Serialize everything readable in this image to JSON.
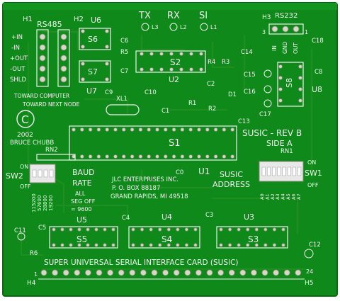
{
  "board": {
    "title": "SUPER UNIVERSAL SERIAL INTERFACE CARD (SUSIC)",
    "revision": "SUSIC - REV B",
    "side": "SIDE A",
    "copyright_symbol": "C",
    "copyright_year": "2002",
    "author": "BRUCE CHUBB",
    "company_line1": "JLC ENTERPRISES INC.",
    "company_line2": "P. O. BOX 88187",
    "company_line3": "GRAND RAPIDS, MI 49518",
    "toward_computer": "TOWARD COMPUTER",
    "toward_next_node": "TOWARD NEXT NODE",
    "susic_address_1": "SUSIC",
    "susic_address_2": "ADDRESS",
    "baud_1": "BAUD",
    "baud_2": "RATE",
    "all_seg_1": "ALL",
    "all_seg_2": "SEG OFF",
    "all_seg_3": "= 9600"
  },
  "indicators": {
    "tx": "TX",
    "rx": "RX",
    "si": "SI"
  },
  "labels": {
    "H1": "H1",
    "H2": "H2",
    "H3": "H3",
    "H4": "H4",
    "H5": "H5",
    "RS485": "RS485",
    "RS232": "RS232",
    "U1": "U1",
    "U2": "U2",
    "U3": "U3",
    "U4": "U4",
    "U5": "U5",
    "U6": "U6",
    "U7": "U7",
    "U8": "U8",
    "S1": "S1",
    "S2": "S2",
    "S3": "S3",
    "S4": "S4",
    "S5": "S5",
    "S6": "S6",
    "S7": "S7",
    "S8": "S8",
    "L1": "L1",
    "L2": "L2",
    "L3": "L3",
    "R1": "R1",
    "R2": "R2",
    "R3": "R3",
    "R4": "R4",
    "R5": "R5",
    "R6": "R6",
    "C0": "C0",
    "C1": "C1",
    "C2": "C2",
    "C3": "C3",
    "C4": "C4",
    "C5": "C5",
    "C6": "C6",
    "C7": "C7",
    "C8": "C8",
    "C9": "C9",
    "C10": "C10",
    "C11": "C11",
    "C12": "C12",
    "C13": "C13",
    "C14": "C14",
    "C15": "C15",
    "C16": "C16",
    "C17": "C17",
    "C18": "C18",
    "D1": "D1",
    "XL1": "XL1",
    "RN1": "RN1",
    "RN2": "RN2",
    "SW1": "SW1",
    "SW2": "SW2",
    "ON": "ON",
    "OFF": "OFF"
  },
  "rs485_pins": [
    "+IN",
    "-IN",
    "+OUT",
    "-OUT",
    "SHLD"
  ],
  "rs232_pins": [
    "IN",
    "GND",
    "OUT"
  ],
  "baud_values": [
    "115200",
    "57600",
    "28800",
    "19200"
  ],
  "address_bits": [
    "A0",
    "A1",
    "A2",
    "A3",
    "A4",
    "A5",
    "A6",
    "A7"
  ],
  "pin_numbers": {
    "one": "1",
    "three": "3",
    "twentyfour": "24"
  },
  "colors": {
    "board": "#0f8a1a",
    "board_edge": "#0a6a12",
    "silk": "#f0f0f0",
    "pad": "#d8d8c8"
  }
}
